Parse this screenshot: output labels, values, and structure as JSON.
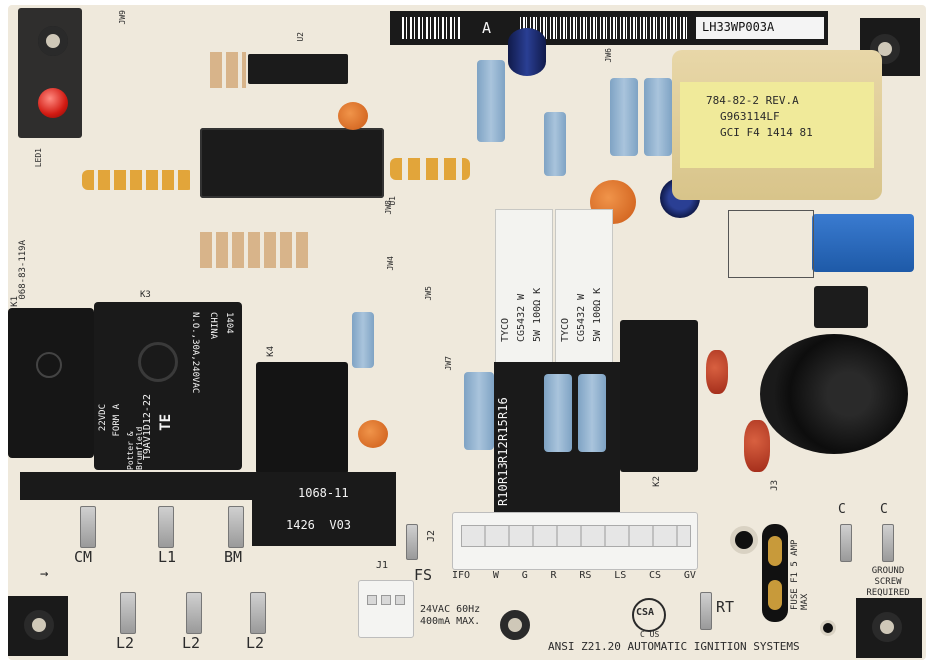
{
  "photo": {
    "model_code": "LH33WP003A",
    "rev_letter": "A",
    "control_id": "1068-11",
    "date_code": "1426  V03",
    "transformer_label": [
      "784-82-2 REV.A",
      "G963114LF",
      "GCI F4 1414 81"
    ],
    "relay_k3": {
      "brand": "TE",
      "model": "T9AV1D12-22",
      "coil": "22VDC",
      "form": "FORM A",
      "lot": "Potter & Brumfield",
      "rating": "N.O.,30A,240VAC",
      "origin": "CHINA",
      "code": "1404"
    },
    "power_resistors": [
      {
        "brand": "TYCO",
        "part": "CG5432 W",
        "value": "5W 100Ω K"
      },
      {
        "brand": "TYCO",
        "part": "CG5432 W",
        "value": "5W 100Ω K"
      }
    ],
    "header_pins": [
      "IFO",
      "W",
      "G",
      "R",
      "RS",
      "LS",
      "CS",
      "GV"
    ],
    "resistor_row": [
      "R10",
      "R13",
      "R12",
      "R15",
      "R16"
    ],
    "terminals_top": [
      "CM",
      "L1",
      "BM"
    ],
    "terminals_bottom": [
      "L2",
      "L2",
      "L2"
    ],
    "fs_label": "FS",
    "rt_label": "RT",
    "transformer_rating": "24VAC 60Hz 400mA MAX.",
    "fuse_label": "FUSE F1 5 AMP MAX",
    "ground_label": "GROUND SCREW REQUIRED",
    "c_labels": [
      "C",
      "C"
    ],
    "standard": "ANSI Z21.20 AUTOMATIC IGNITION SYSTEMS",
    "csa_mark": "CSA",
    "csa_suffix": "C US",
    "j_labels": [
      "J1",
      "J2",
      "J3"
    ],
    "k_labels": [
      "K1",
      "K2",
      "K3",
      "K4"
    ],
    "silk_misc": [
      "068-83-119A",
      "LED1",
      "U1",
      "U2",
      "JW4",
      "JW5",
      "JW6",
      "JW7",
      "JW8",
      "JW9"
    ]
  }
}
